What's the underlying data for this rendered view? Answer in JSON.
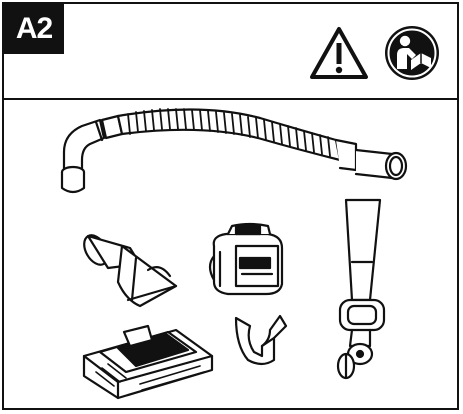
{
  "header": {
    "step_label": "A2",
    "icons": [
      "warning-triangle-icon",
      "read-manual-icon"
    ]
  },
  "parts": [
    "flexible-hose",
    "angled-nozzle",
    "battery-pack",
    "hose-clip",
    "shoulder-strap",
    "battery-charger"
  ],
  "colors": {
    "ink": "#111111",
    "paper": "#ffffff"
  }
}
